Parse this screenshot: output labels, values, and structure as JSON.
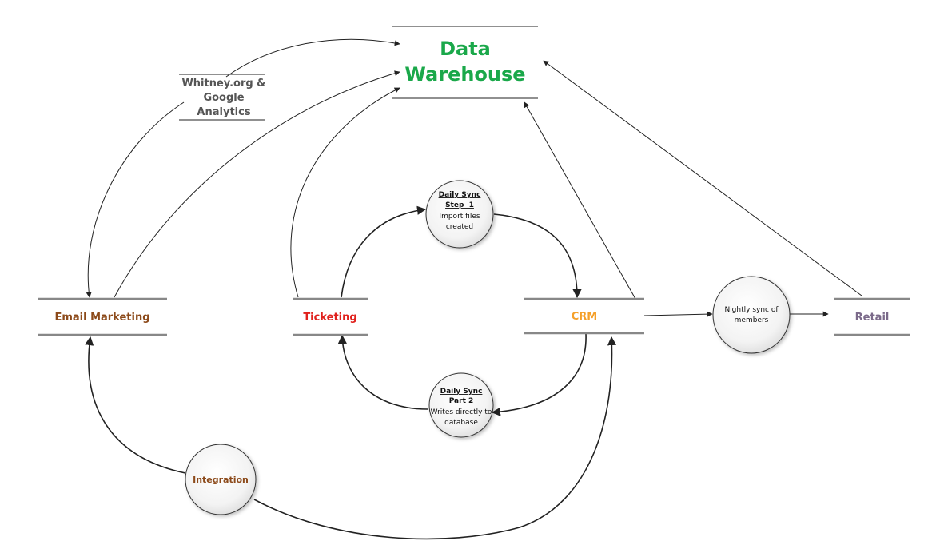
{
  "colors": {
    "warehouse": "#1aa84a",
    "email": "#8c4a1a",
    "ticketing": "#e0211d",
    "crm": "#f5a02a",
    "retail": "#7b6a8a",
    "analytics": "#555555",
    "integration": "#8c4a1a",
    "line": "#222222",
    "store_line": "#888888"
  },
  "stores": {
    "warehouse": {
      "line1": "Data",
      "line2": "Warehouse"
    },
    "analytics": {
      "line1": "Whitney.org &",
      "line2": "Google",
      "line3": "Analytics"
    },
    "email": {
      "label": "Email Marketing"
    },
    "ticketing": {
      "label": "Ticketing"
    },
    "crm": {
      "label": "CRM"
    },
    "retail": {
      "label": "Retail"
    }
  },
  "processes": {
    "sync1": {
      "title1": "Daily Sync",
      "title2": "Step  1",
      "line1": "Import files",
      "line2": "created"
    },
    "sync2": {
      "title1": "Daily Sync",
      "title2": "Part 2",
      "line1": "Writes directly to",
      "line2": "database"
    },
    "nightly": {
      "line1": "Nightly sync of",
      "line2": "members"
    },
    "integration": {
      "label": "Integration"
    }
  },
  "flows": [
    {
      "id": "analytics-to-warehouse"
    },
    {
      "id": "analytics-to-email"
    },
    {
      "id": "email-to-warehouse"
    },
    {
      "id": "ticketing-to-warehouse"
    },
    {
      "id": "crm-to-warehouse"
    },
    {
      "id": "retail-to-warehouse"
    },
    {
      "id": "ticketing-to-sync1"
    },
    {
      "id": "sync1-to-crm"
    },
    {
      "id": "crm-to-sync2"
    },
    {
      "id": "sync2-to-ticketing"
    },
    {
      "id": "crm-to-nightly"
    },
    {
      "id": "nightly-to-retail"
    },
    {
      "id": "integration-to-email"
    },
    {
      "id": "integration-to-crm"
    }
  ]
}
